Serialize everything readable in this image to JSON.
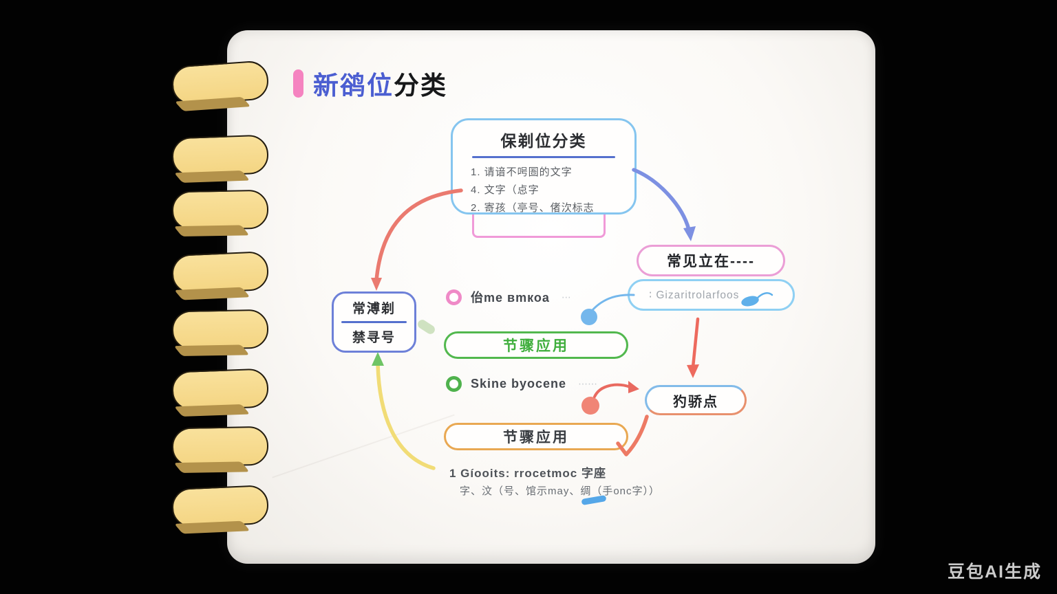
{
  "title": {
    "highlight": "新鹆位",
    "rest": "分类"
  },
  "nodes": {
    "top_box": {
      "title": "保剃位分类",
      "items": [
        "1. 请谙不呺圄的文字",
        "4. 文字（㤐字",
        "2. 寄孩（亭号、偖㳄标志"
      ]
    },
    "pink_box": "常见立在----",
    "capsule": "∶  Gizaritrolarfoos",
    "left_box": {
      "top": "常溥剃",
      "bottom": "禁寻号"
    },
    "bullet1": {
      "label": "佁me вmкоa",
      "dots": "⋯"
    },
    "green_box": "节骤应用",
    "bullet2": {
      "label": "Skine byocene",
      "dots": "⋯⋯"
    },
    "node_box": "犳骄点",
    "orange_box": "节骤应用",
    "footnote_line1": "1 Gíooits: rrocetmoc 字座",
    "footnote_line2": "字、汶（号、馆示may、绸（手onc字））"
  },
  "watermark": "豆包AI生成",
  "colors": {
    "accent_pink": "#f583c0",
    "title_blue": "#4b5ed1",
    "top_box_border": "#85c5ef",
    "underline_blue": "#5570cd",
    "pink_box_border": "#eb9ed6",
    "capsule_border": "#8fd0f3",
    "left_box_border": "#6d80d8",
    "green": "#52b84e",
    "orange": "#e9a852",
    "dual_box_blue": "#82bbe9",
    "dual_box_orange": "#e8906d",
    "red_arrow": "#ea7a6f",
    "blue_arrow": "#7d90e2",
    "yellow_arrow": "#f1dc76",
    "green_arrowhead": "#6fc465",
    "blue_dot": "#74b7ec",
    "red_dot": "#f08576",
    "tab_yellow": "#f4d583",
    "page_white": "#fbf9f6",
    "background": "#020202"
  }
}
